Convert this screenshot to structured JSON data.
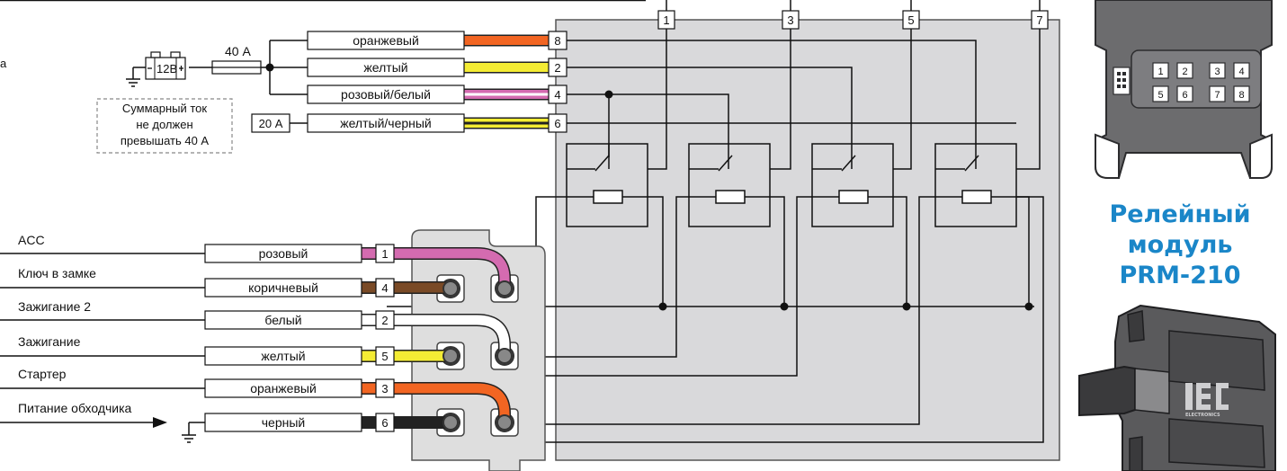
{
  "relay_module": {
    "title_line1": "Релейный",
    "title_line2": "модуль",
    "title_line3": "PRM-210",
    "module_pins": [
      "1",
      "2",
      "3",
      "4",
      "5",
      "6",
      "7",
      "8"
    ],
    "logo_text": "ELECTRONICS"
  },
  "top_pins": [
    "1",
    "3",
    "5",
    "7"
  ],
  "power": {
    "battery_label": "12В",
    "fuse_main": "40 А",
    "fuse_small": "20 А",
    "note_line1": "Суммарный ток",
    "note_line2": "не должен",
    "note_line3": "превышать 40 А",
    "cropped_text": "а"
  },
  "power_wires": [
    {
      "label": "оранжевый",
      "pin": "8",
      "color": "#f26522"
    },
    {
      "label": "желтый",
      "pin": "2",
      "color": "#f4ec34"
    },
    {
      "label": "розовый/белый",
      "pin": "4",
      "color": "#d46bb0"
    },
    {
      "label": "желтый/черный",
      "pin": "6",
      "color": "#f4ec34"
    }
  ],
  "signal_wires": [
    {
      "function": "ACC",
      "label": "розовый",
      "pin": "1",
      "color": "#d46bb0"
    },
    {
      "function": "Ключ в замке",
      "label": "коричневый",
      "pin": "4",
      "color": "#7a4a26"
    },
    {
      "function": "Зажигание 2",
      "label": "белый",
      "pin": "2",
      "color": "#ffffff"
    },
    {
      "function": "Зажигание",
      "label": "желтый",
      "pin": "5",
      "color": "#f4ec34"
    },
    {
      "function": "Стартер",
      "label": "оранжевый",
      "pin": "3",
      "color": "#f26522"
    },
    {
      "function": "Питание обходчика",
      "label": "черный",
      "pin": "6",
      "color": "#222222"
    }
  ]
}
